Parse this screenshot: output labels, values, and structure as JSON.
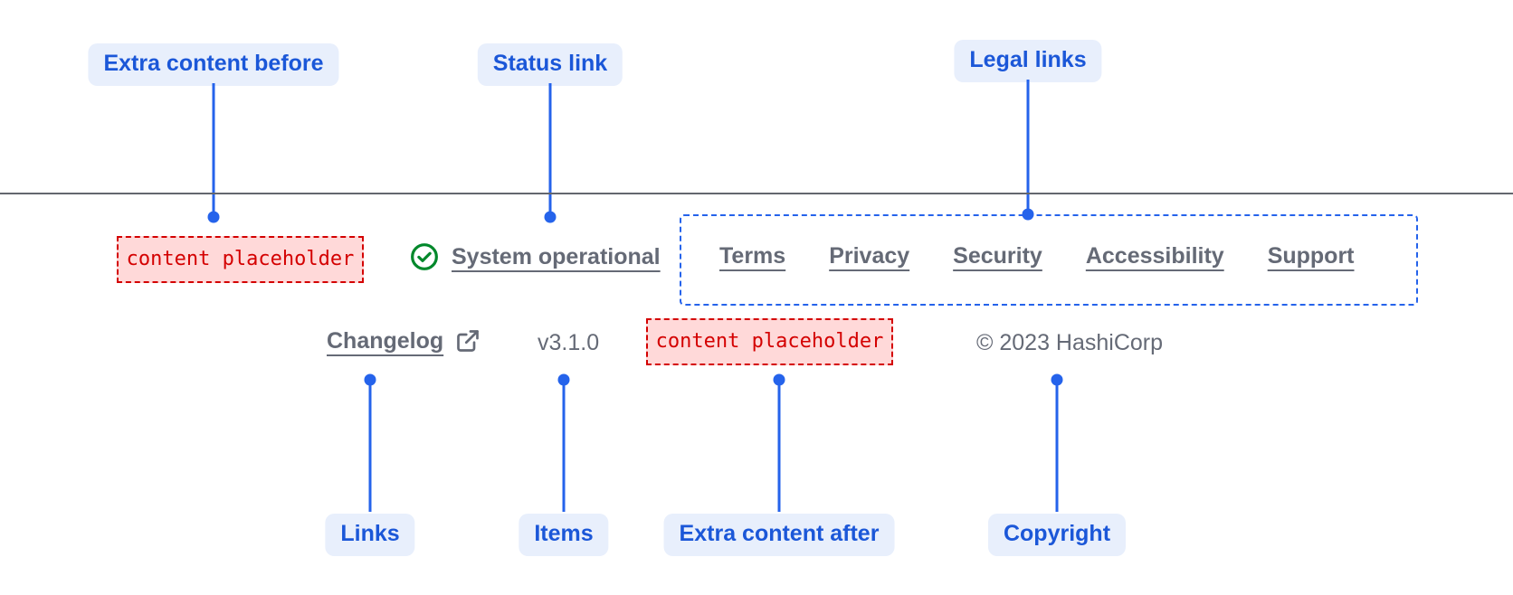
{
  "annotations": {
    "top": [
      {
        "label": "Extra content before"
      },
      {
        "label": "Status link"
      },
      {
        "label": "Legal links"
      }
    ],
    "bottom": [
      {
        "label": "Links"
      },
      {
        "label": "Items"
      },
      {
        "label": "Extra content after"
      },
      {
        "label": "Copyright"
      }
    ]
  },
  "footer": {
    "extra_content_before": "content placeholder",
    "status": {
      "label": "System operational",
      "icon": "check-circle-icon"
    },
    "legal_links": [
      "Terms",
      "Privacy",
      "Security",
      "Accessibility",
      "Support"
    ],
    "links": [
      {
        "label": "Changelog",
        "icon": "external-link-icon"
      }
    ],
    "version": "v3.1.0",
    "extra_content_after": "content placeholder",
    "copyright": "© 2023 HashiCorp"
  },
  "colors": {
    "annotation_blue": "#1b57d8",
    "annotation_bg": "#e8effc",
    "pointer_blue": "#2563eb",
    "highlight_border_blue": "#2563eb",
    "text_gray": "#656a76",
    "divider_gray": "#63666e",
    "placeholder_red": "#d40000",
    "placeholder_bg": "#ffd9d9",
    "status_green": "#00882b"
  }
}
